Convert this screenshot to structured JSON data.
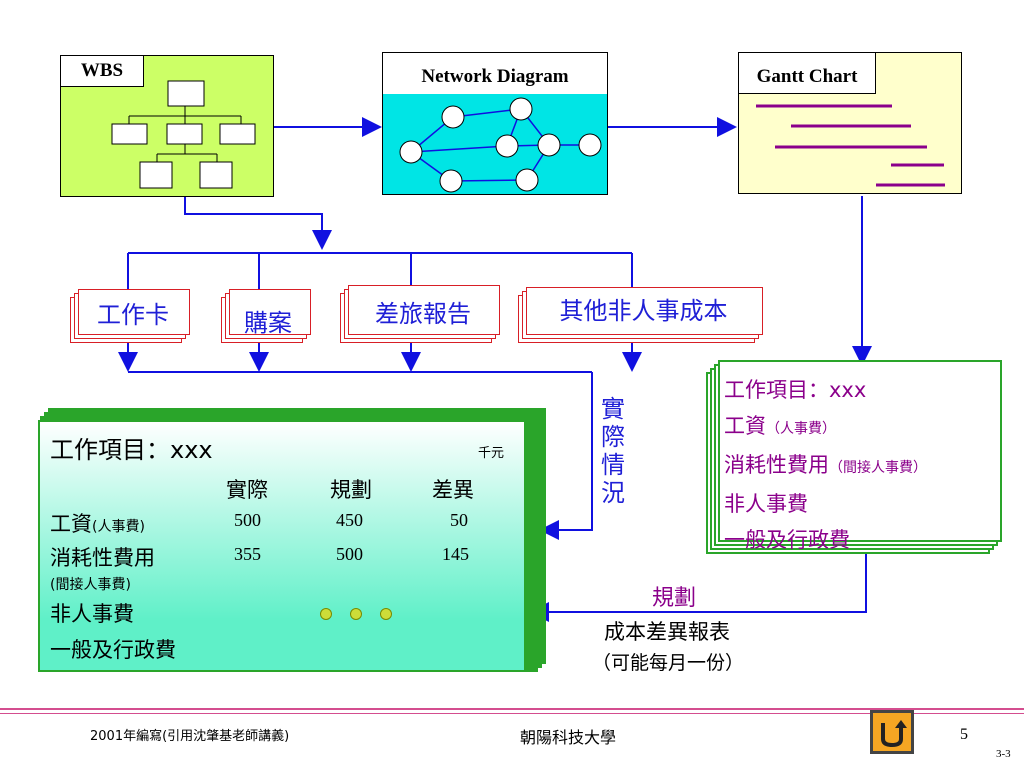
{
  "panels": {
    "wbs": {
      "label": "WBS"
    },
    "network": {
      "label": "Network Diagram"
    },
    "gantt": {
      "label": "Gantt Chart"
    }
  },
  "sources": [
    {
      "label": "工作卡"
    },
    {
      "label": "購案"
    },
    {
      "label": "差旅報告"
    },
    {
      "label": "其他非人事成本"
    }
  ],
  "actual_label": [
    "實",
    "際",
    "情",
    "況"
  ],
  "plan_box": {
    "title": "工作項目：xxx",
    "lines": [
      {
        "main": "工資",
        "sub": "（人事費）"
      },
      {
        "main": "消耗性費用",
        "sub": "（間接人事費）"
      },
      {
        "main": "非人事費",
        "sub": ""
      },
      {
        "main": "一般及行政費",
        "sub": ""
      }
    ]
  },
  "report": {
    "title": "工作項目：xxx",
    "unit": "千元",
    "columns": [
      "實際",
      "規劃",
      "差異"
    ],
    "rows": [
      {
        "label": "工資",
        "sub": "(人事費)",
        "values": [
          "500",
          "450",
          "50"
        ]
      },
      {
        "label": "消耗性費用",
        "sub": "",
        "values": [
          "355",
          "500",
          "145"
        ]
      },
      {
        "label": "(間接人事費)",
        "sub": "",
        "values": [
          "",
          "",
          ""
        ]
      },
      {
        "label": "非人事費",
        "sub": "",
        "values": [
          "",
          "",
          ""
        ]
      },
      {
        "label": "一般及行政費",
        "sub": "",
        "values": [
          "",
          "",
          ""
        ]
      }
    ]
  },
  "plan_arrow_label": "規劃",
  "report_caption": "成本差異報表",
  "report_caption2": "（可能每月一份）",
  "footer": {
    "left": "2001年編寫(引用沈肇基老師講義)",
    "center": "朝陽科技大學",
    "page": "5",
    "code": "3-3"
  },
  "colors": {
    "wbs_bg": "#ccff66",
    "network_bg": "#00e5e5",
    "gantt_bg": "#ffffcc",
    "connector": "#1010e0",
    "source_border": "#d81f26",
    "source_text": "#1f1fd6",
    "plan_text": "#8b008b",
    "report_bg": "#5ff0c8",
    "frame_green": "#2aa52a",
    "footer_rule": "#d44d8f"
  },
  "icons": {
    "up_button": "u-turn-arrow-icon"
  }
}
